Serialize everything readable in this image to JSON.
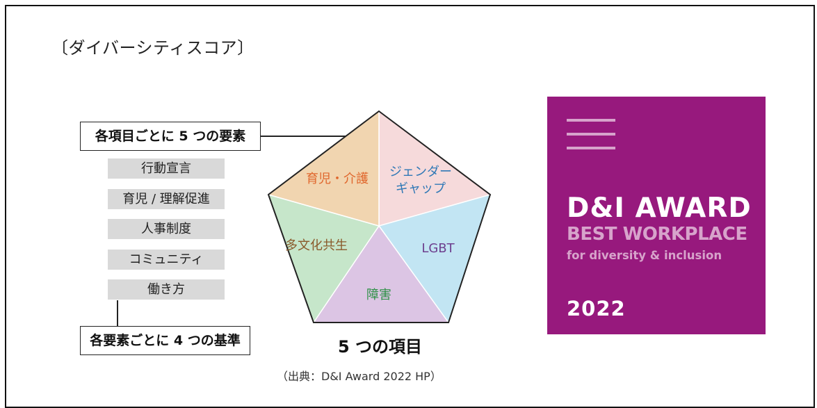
{
  "heading": "〔ダイバーシティスコア〕",
  "box_top_label": "各項目ごとに 5 つの要素",
  "box_bottom_label": "各要素ごとに 4 つの基準",
  "elements": [
    "行動宣言",
    "育児 / 理解促進",
    "人事制度",
    "コミュニティ",
    "働き方"
  ],
  "pentagon": {
    "caption": "5 つの項目",
    "segments": [
      {
        "label_lines": [
          "育児・介護"
        ],
        "color": "#f6dadb",
        "text_color": "#e0672d"
      },
      {
        "label_lines": [
          "ジェンダー",
          "ギャップ"
        ],
        "color": "#c2e5f3",
        "text_color": "#2f78b6"
      },
      {
        "label_lines": [
          "LGBT"
        ],
        "color": "#dcc5e4",
        "text_color": "#6d3f8e"
      },
      {
        "label_lines": [
          "障害"
        ],
        "color": "#c6e6ca",
        "text_color": "#2f9148"
      },
      {
        "label_lines": [
          "多文化共生"
        ],
        "color": "#f1d5b0",
        "text_color": "#8a5a2b"
      }
    ]
  },
  "source_note": "（出典：D&I Award 2022 HP）",
  "award": {
    "title": "D&I AWARD",
    "subtitle": "BEST WORKPLACE",
    "tagline": "for diversity & inclusion",
    "year": "2022",
    "bg_color": "#97197d",
    "accent_color": "#d7a3cb"
  }
}
